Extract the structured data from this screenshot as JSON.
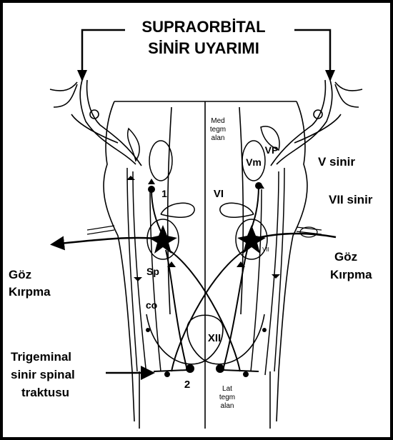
{
  "title": {
    "line1": "SUPRAORBİTAL",
    "line2": "SİNİR UYARIMI"
  },
  "labels": {
    "goz_left_1": "Göz",
    "goz_left_2": "Kırpma",
    "goz_right_1": "Göz",
    "goz_right_2": "Kırpma",
    "v_sinir": "V sinir",
    "vii_sinir": "VII sinir",
    "trig_1": "Trigeminal",
    "trig_2": "sinir spinal",
    "trig_3": "traktusu",
    "med_1": "Med",
    "med_2": "tegm",
    "med_3": "alan",
    "lat_1": "Lat",
    "lat_2": "tegm",
    "lat_3": "alan",
    "vi": "VI",
    "xii": "XII",
    "vm": "Vm",
    "vp": "VP",
    "sp": "Sp",
    "co": "co",
    "num1": "1",
    "num2": "2",
    "vii_small": "VII"
  },
  "colors": {
    "ink": "#000000",
    "background": "#ffffff"
  }
}
